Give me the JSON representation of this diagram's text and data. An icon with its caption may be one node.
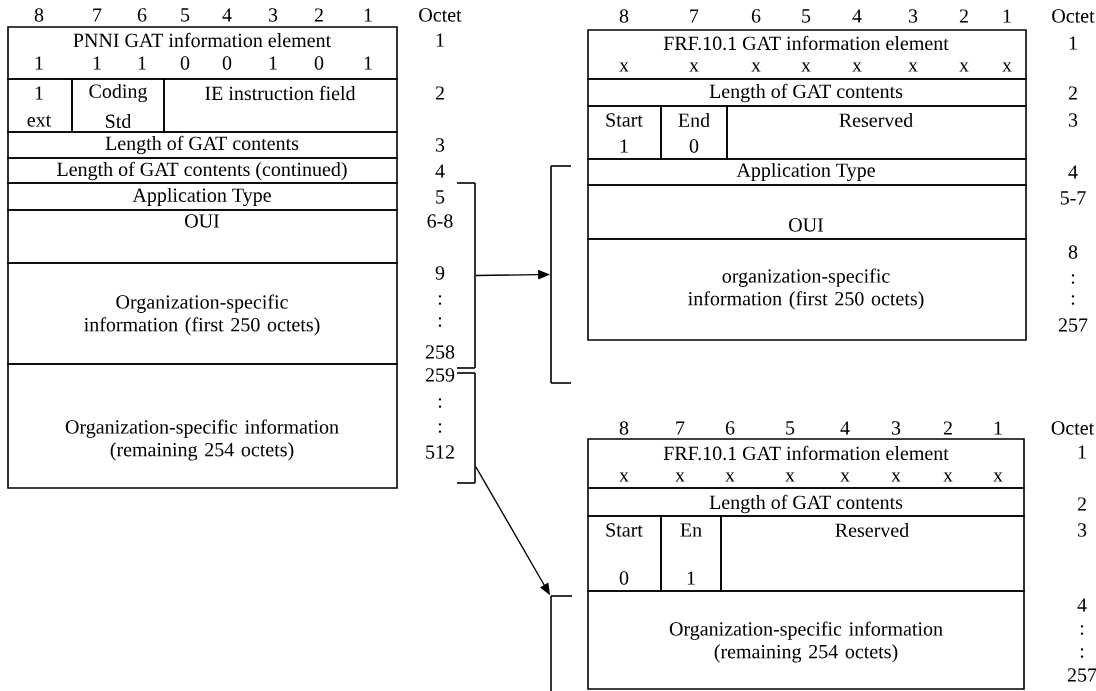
{
  "diagram": {
    "nodes": [
      {
        "text": [
          "PNNI GAT information element",
          "1",
          "1",
          "1",
          "0",
          "0",
          "1",
          "0",
          "1"
        ]
      },
      {
        "text": [
          "1",
          "ext"
        ]
      },
      {
        "text": [
          "Coding",
          "Std"
        ]
      },
      {
        "text": [
          "IE instruction field"
        ]
      },
      {
        "text": [
          "Length of GAT contents"
        ]
      },
      {
        "text": [
          "Length of GAT contents (continued)"
        ]
      },
      {
        "text": [
          "Application Type"
        ]
      },
      {
        "text": [
          "OUI"
        ]
      },
      {
        "text": [
          "Organization-specific information (first 250 octets)"
        ]
      },
      {
        "text": [
          "Organization-specific information (remaining 254 octets)"
        ]
      },
      {
        "text": [],
        "shape": "bracket"
      },
      {
        "text": [],
        "shape": "bracket"
      },
      {
        "text": [
          "FRF.10.1 GAT information element",
          "x",
          "x",
          "x",
          "x",
          "x",
          "x",
          "x",
          "x"
        ]
      },
      {
        "text": [
          "Length of GAT contents"
        ]
      },
      {
        "text": [
          "Start",
          "1"
        ]
      },
      {
        "text": [
          "End",
          "0"
        ]
      },
      {
        "text": [
          "Reserved"
        ]
      },
      {
        "text": [
          "Application Type"
        ]
      },
      {
        "text": [
          "OUI"
        ]
      },
      {
        "text": [
          "organization-specific information (first 250 octets)"
        ]
      },
      {
        "text": [],
        "shape": "bracket"
      },
      {
        "text": [
          "FRF.10.1 GAT information element",
          "x",
          "x",
          "x",
          "x",
          "x",
          "x",
          "x",
          "x"
        ]
      },
      {
        "text": [
          "Length of GAT contents"
        ]
      },
      {
        "text": [
          "Start",
          "0"
        ]
      },
      {
        "text": [
          "En",
          "1"
        ]
      },
      {
        "text": [
          "Reserved"
        ]
      },
      {
        "text": [
          "Organization-specific information (remaining 254 octets)"
        ]
      },
      {
        "text": [],
        "shape": "bracket"
      }
    ],
    "edges": [
      {
        "from": 10,
        "to": 20,
        "arrow": "to"
      },
      {
        "from": 11,
        "to": 27,
        "arrow": "to"
      }
    ],
    "labels": [
      "8",
      "7",
      "6",
      "5",
      "4",
      "3",
      "2",
      "1",
      "Octet",
      "1",
      "2",
      "3",
      "4",
      "5",
      "6-8",
      "9",
      ":",
      ":",
      "258",
      "259",
      ":",
      ":",
      "512",
      "8",
      "7",
      "6",
      "5",
      "4",
      "3",
      "2",
      "1",
      "Octet",
      "1",
      "2",
      "3",
      "4",
      "5-7",
      "8",
      ":",
      ":",
      "257",
      "8",
      "7",
      "6",
      "5",
      "4",
      "3",
      "2",
      "1",
      "Octet",
      "1",
      "2",
      "3",
      "4",
      ":",
      ":",
      "257"
    ]
  }
}
